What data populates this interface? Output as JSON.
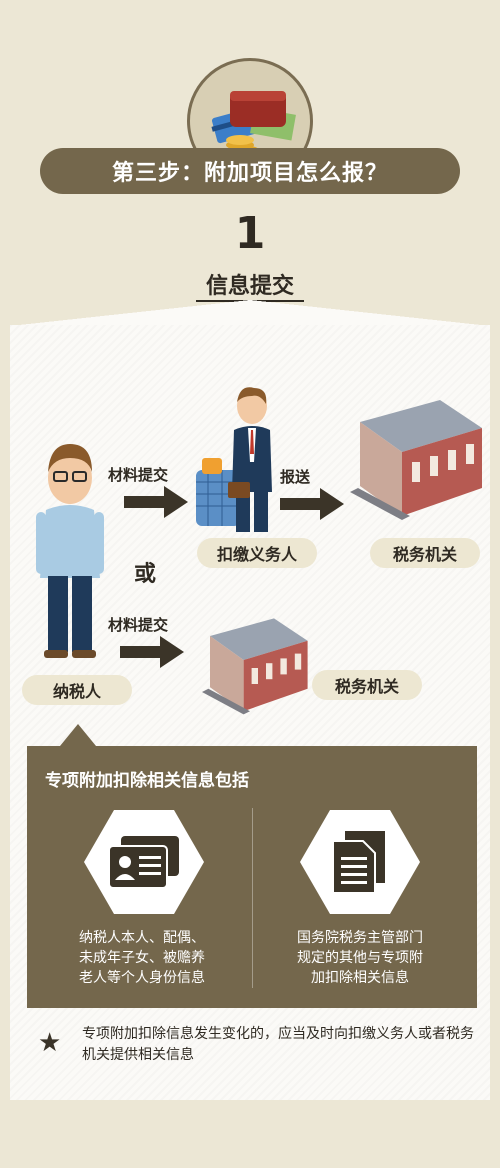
{
  "header": {
    "step_label": "第三步：附加项目怎么报？",
    "number": "1",
    "subtitle": "信息提交"
  },
  "flow": {
    "arrow_label_1": "材料提交",
    "arrow_label_2": "报送",
    "arrow_label_3": "材料提交",
    "or_text": "或",
    "withholding_agent": "扣缴义务人",
    "tax_authority_1": "税务机关",
    "tax_authority_2": "税务机关",
    "taxpayer": "纳税人"
  },
  "info": {
    "title": "专项附加扣除相关信息包括",
    "left_text": "纳税人本人、配偶、\n未成年子女、被赡养\n老人等个人身份信息",
    "right_text": "国务院税务主管部门\n规定的其他与专项附\n加扣除相关信息"
  },
  "note": "专项附加扣除信息发生变化的，应当及时向扣缴义务人或者税务机关提供相关信息",
  "colors": {
    "brand_brown": "#74674c",
    "background": "#ece7d5",
    "pill_bg": "#ede7d2"
  }
}
